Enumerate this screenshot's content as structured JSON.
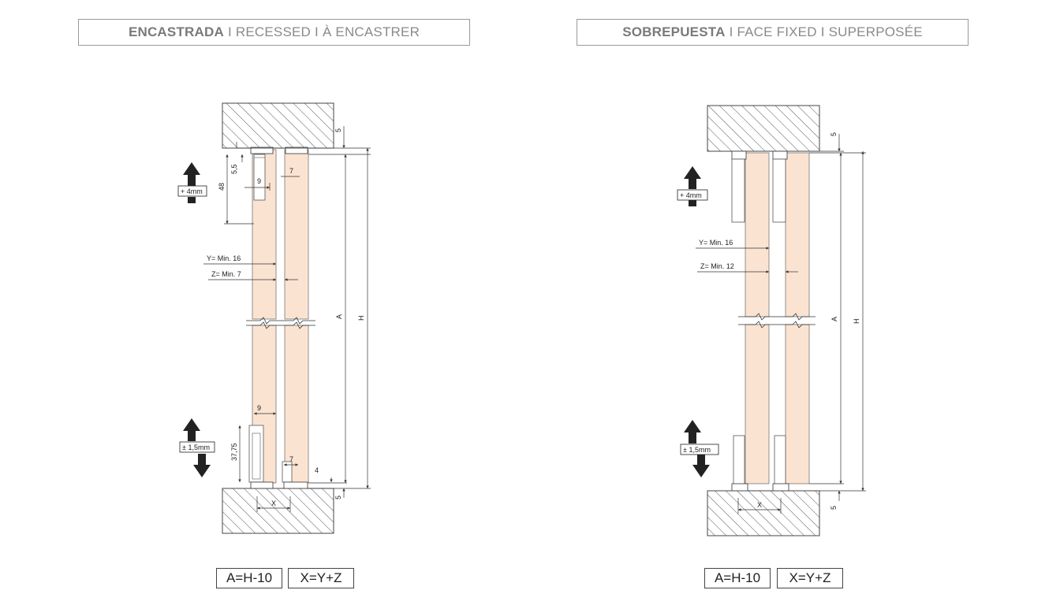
{
  "left": {
    "title_bold": "ENCASTRADA",
    "title_rest_1": "RECESSED",
    "title_rest_2": "À ENCASTRER",
    "formula_a": "A=H-10",
    "formula_x": "X=Y+Z",
    "adjust_top": "+ 4mm",
    "adjust_bottom": "± 1,5mm",
    "dims": {
      "d5_top": "5",
      "d5_5": "5,5",
      "d48": "48",
      "d7_top": "7",
      "d9_top": "9",
      "y_min": "Y= Min. 16",
      "z_min": "Z= Min. 7",
      "a": "A",
      "h": "H",
      "d9_bottom": "9",
      "d37_75": "37,75",
      "d7_bottom": "7",
      "d4": "4",
      "x": "X",
      "d5_bottom": "5"
    }
  },
  "right": {
    "title_bold": "SOBREPUESTA",
    "title_rest_1": "FACE FIXED",
    "title_rest_2": "SUPERPOSÉE",
    "formula_a": "A=H-10",
    "formula_x": "X=Y+Z",
    "adjust_top": "+ 4mm",
    "adjust_bottom": "± 1,5mm",
    "dims": {
      "d5_top": "5",
      "y_min": "Y= Min. 16",
      "z_min": "Z= Min. 12",
      "a": "A",
      "h": "H",
      "x": "X",
      "d5_bottom": "5"
    }
  },
  "separator": "I",
  "colors": {
    "door_panel": "#fbe3d2",
    "line": "#333333",
    "frame_border": "#9a9a9a"
  }
}
